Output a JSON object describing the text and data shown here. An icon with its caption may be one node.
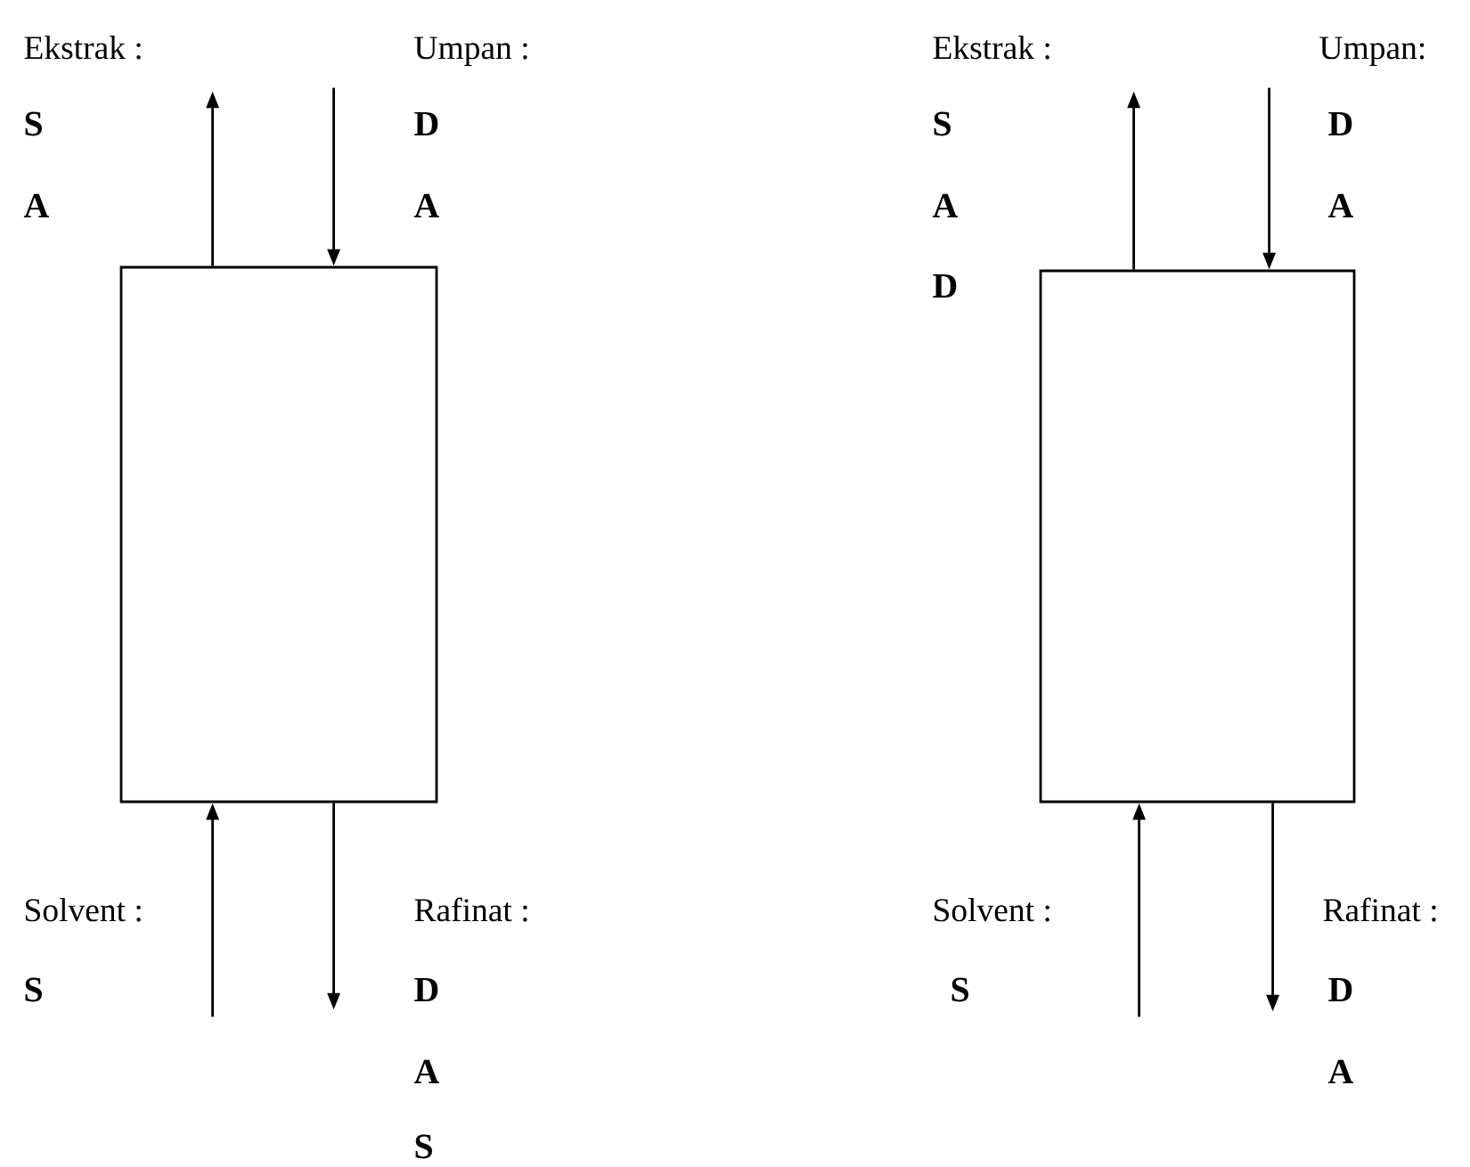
{
  "diagram": {
    "nodes": [
      {
        "text": [],
        "shape": "box"
      },
      {
        "text": [],
        "shape": "box"
      }
    ],
    "edges": [
      {
        "from": 0,
        "to": null,
        "arrow": "to"
      },
      {
        "from": null,
        "to": 0,
        "arrow": "to"
      },
      {
        "from": null,
        "to": 0,
        "arrow": "to"
      },
      {
        "from": 0,
        "to": null,
        "arrow": "to"
      },
      {
        "from": 1,
        "to": null,
        "arrow": "to"
      },
      {
        "from": null,
        "to": 1,
        "arrow": "to"
      },
      {
        "from": null,
        "to": 1,
        "arrow": "to"
      },
      {
        "from": 1,
        "to": null,
        "arrow": "to"
      }
    ],
    "labels": [
      "Ekstrak :",
      "Umpan :",
      "Ekstrak :",
      "Umpan:",
      "S",
      "D",
      "S",
      "D",
      "A",
      "A",
      "A",
      "A",
      "D",
      "Solvent :",
      "Rafinat :",
      "Solvent :",
      "Rafinat :",
      "S",
      "D",
      "S",
      "D",
      "A",
      "A",
      "S"
    ]
  }
}
